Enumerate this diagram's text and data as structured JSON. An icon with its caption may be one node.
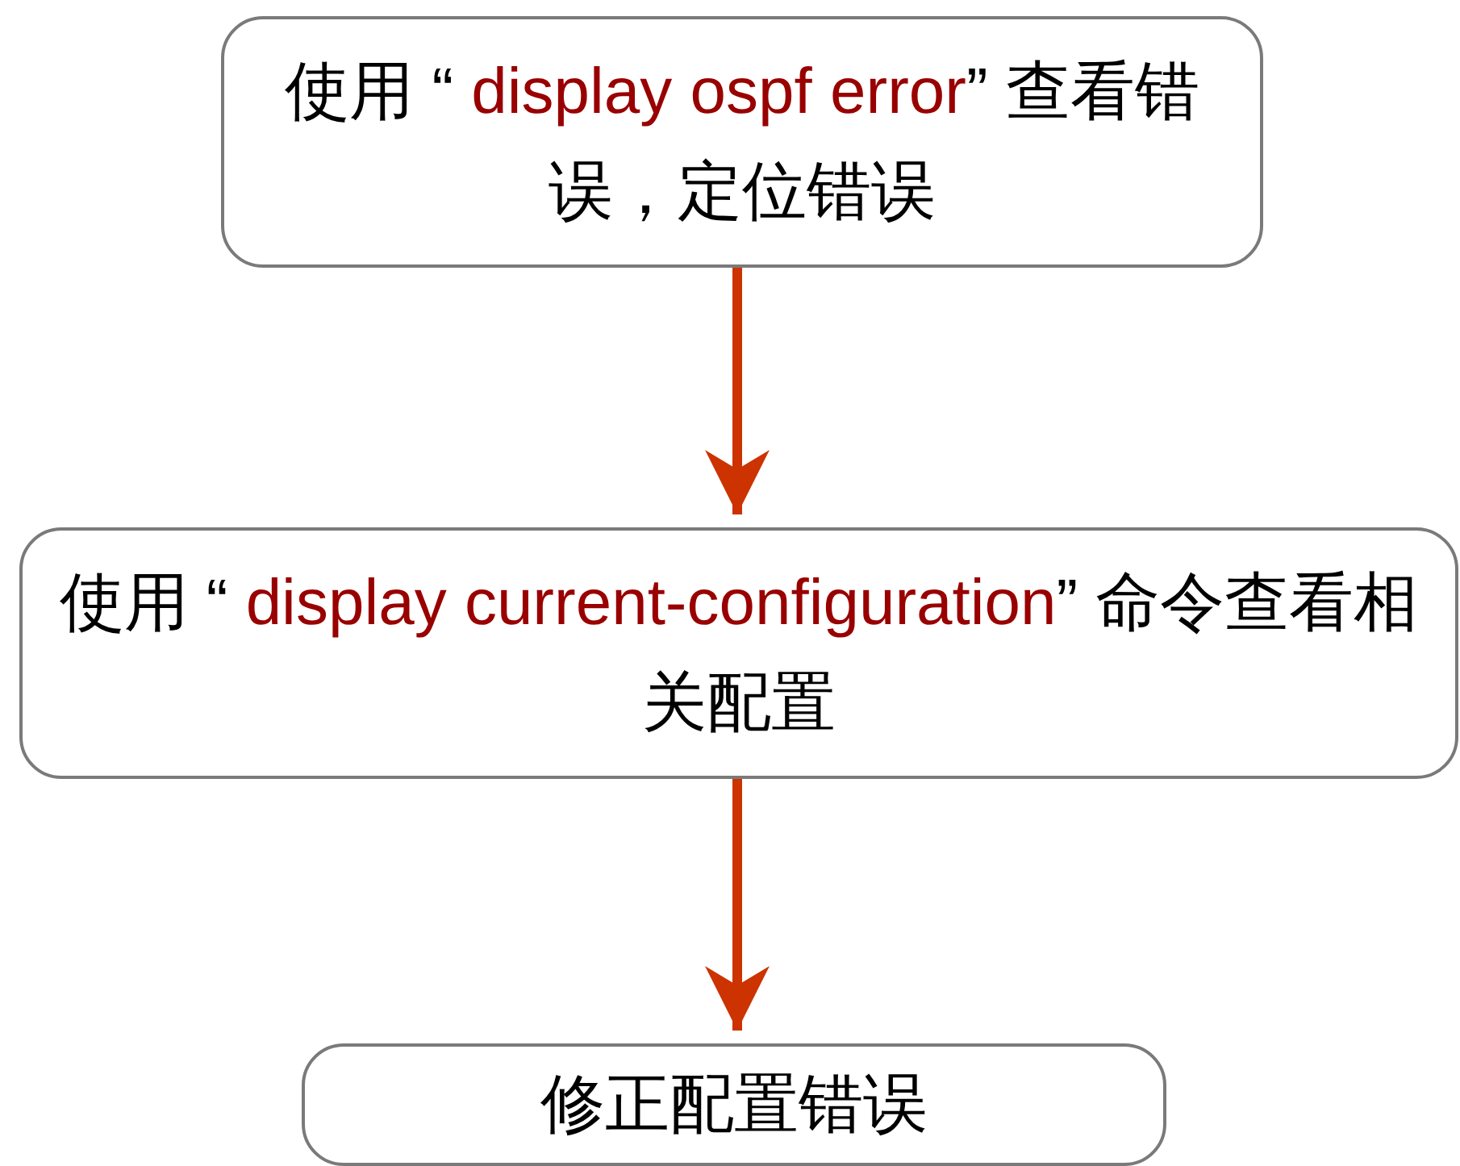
{
  "diagram": {
    "nodes": [
      {
        "text": [
          "使用 “ display ospf error” 查看错误，定位错误"
        ]
      },
      {
        "text": [
          "使用 “ display current-configuration” 命令查看相关配置"
        ]
      },
      {
        "text": [
          "修正配置错误"
        ]
      }
    ],
    "edges": [
      {
        "from": 0,
        "to": 1,
        "arrow": "to"
      },
      {
        "from": 1,
        "to": 2,
        "arrow": "to"
      }
    ]
  }
}
